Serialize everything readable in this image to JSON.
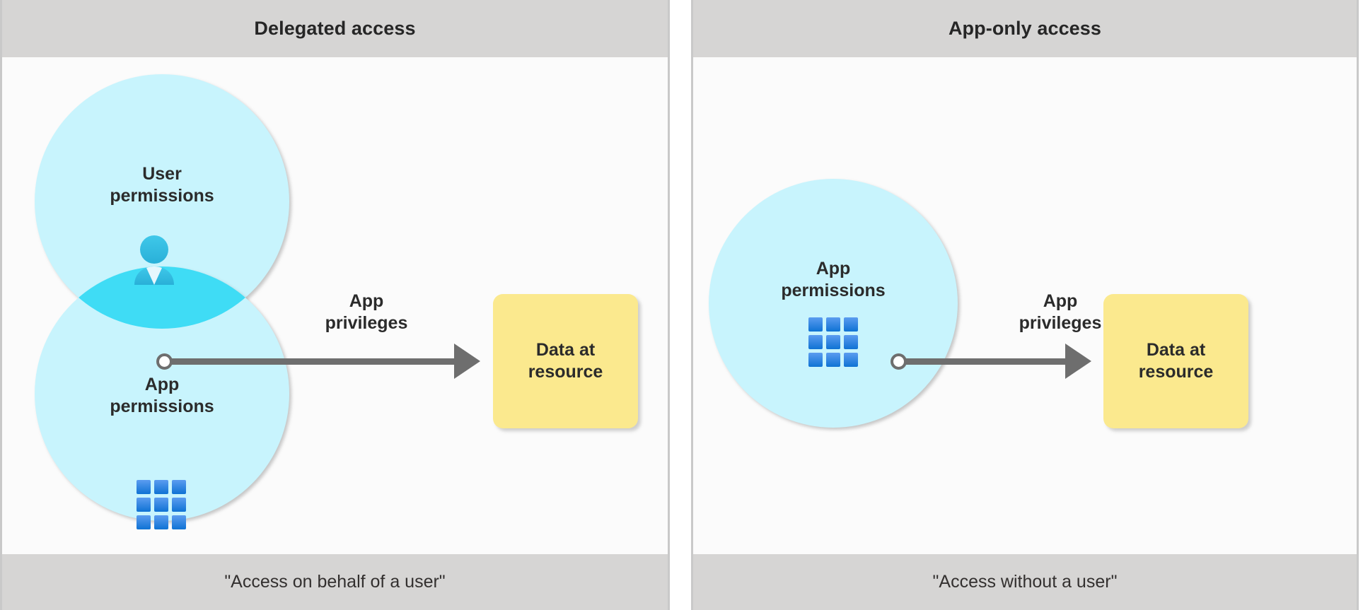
{
  "panels": [
    {
      "key": "delegated",
      "header": "Delegated access",
      "footer": "\"Access on behalf of a user\"",
      "circles": [
        {
          "label": "User\npermissions",
          "icon": "person-icon"
        },
        {
          "label": "App\npermissions",
          "icon": "grid-icon"
        }
      ],
      "connector_label": "App\nprivileges",
      "resource_label": "Data at\nresource"
    },
    {
      "key": "app-only",
      "header": "App-only access",
      "footer": "\"Access without a user\"",
      "circles": [
        {
          "label": "App\npermissions",
          "icon": "grid-icon"
        }
      ],
      "connector_label": "App\nprivileges",
      "resource_label": "Data at\nresource"
    }
  ],
  "colors": {
    "band": "#d6d5d4",
    "panel_bg": "#fbfbfb",
    "circle_fill": "#c8f4fd",
    "overlap_fill": "#3fdcf5",
    "connector": "#6e6e6e",
    "resource_fill": "#fbe98e",
    "icon_person": "#31bde0",
    "icon_grid": "#2f80e0",
    "text": "#2b2b2b"
  }
}
